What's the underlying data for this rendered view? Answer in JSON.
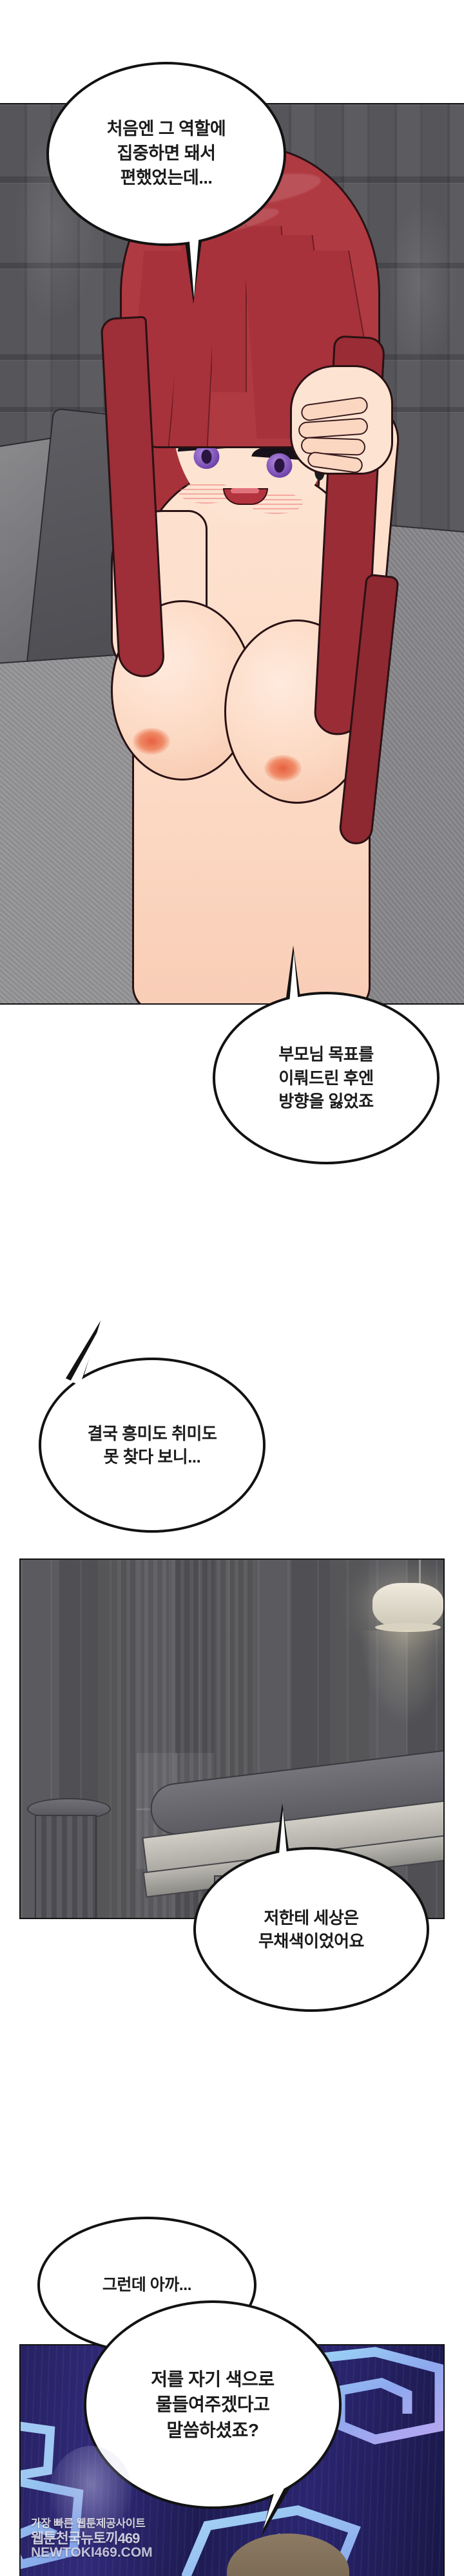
{
  "comic": {
    "title_hidden": "",
    "language": "ko",
    "panels": [
      {
        "id": "panel-1",
        "scene": "bedroom-interior-character-closeup",
        "background_color": "#4a4a4d",
        "character": {
          "hair_color": "#a8323a",
          "eye_color": "#7b4fb5",
          "skin_color": "#fde3d1"
        }
      },
      {
        "id": "panel-2",
        "scene": "grayscale-bar-counter-interior",
        "background_color": "#4f4f53",
        "accent_color": "#efeadd"
      },
      {
        "id": "panel-3",
        "scene": "blue-patterned-wall",
        "background_color": "#20205c",
        "accent_color": "#8fd0f0"
      }
    ],
    "bubbles": [
      {
        "id": "bubble-1",
        "panel": "panel-1",
        "tail": "down",
        "text": "처음엔 그 역할에\n집중하면 돼서\n편했었는데..."
      },
      {
        "id": "bubble-2",
        "panel": "panel-1",
        "tail": "up",
        "text": "부모님 목표를\n이뤄드린 후엔\n방향을 잃었죠"
      },
      {
        "id": "bubble-3",
        "panel": "panel-2",
        "tail": "up-left",
        "text": "결국 흥미도 취미도\n못 찾다 보니..."
      },
      {
        "id": "bubble-4",
        "panel": "panel-2",
        "tail": "up",
        "text": "저한테 세상은\n무채색이었어요"
      },
      {
        "id": "bubble-5",
        "panel": "panel-3",
        "tail": "down-right",
        "text": "그런데 아까..."
      },
      {
        "id": "bubble-6",
        "panel": "panel-3",
        "tail": "down-right",
        "text": "저를 자기 색으로\n물들여주겠다고\n말씀하셨죠?"
      }
    ],
    "watermark": {
      "line1": "가장 빠른 웹툰제공사이트",
      "line2": "웹툰천국뉴토끼469",
      "line3": "NEWTOKI469.COM"
    }
  }
}
